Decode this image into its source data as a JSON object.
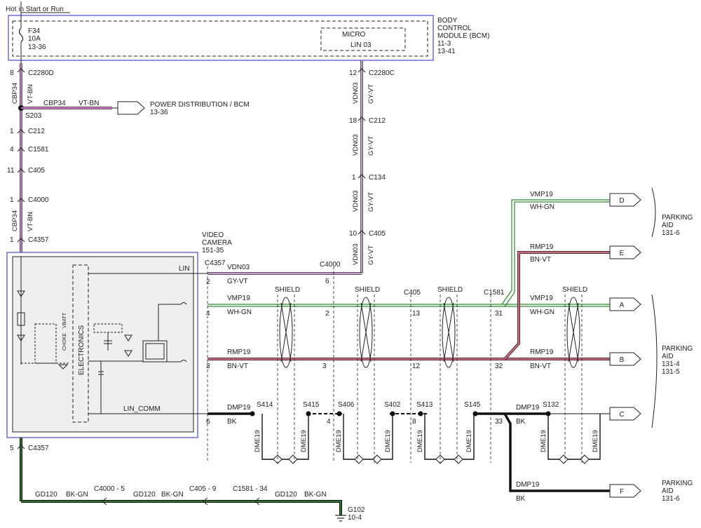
{
  "power_label": "Hot in Start or Run",
  "bcm": {
    "title_line1": "BODY",
    "title_line2": "CONTROL",
    "title_line3": "MODULE (BCM)",
    "ref1": "11-3",
    "ref2": "13-41",
    "fuse_id": "F34",
    "fuse_amp": "10A",
    "fuse_ref": "13-36",
    "micro_label": "MICRO",
    "lin_label": "LIN 03"
  },
  "pin_8": "8",
  "conn_c2280d": "C2280D",
  "pin_12": "12",
  "conn_c2280c": "C2280C",
  "circuit_cbp34": "CBP34",
  "color_vt_bn": "VT-BN",
  "color_vt_bn_2": "VT-BN",
  "circuit_cbp34_2": "CBP34",
  "circuit_cbp34_3": "CBP34",
  "power_dist_label": "POWER DISTRIBUTION / BCM",
  "power_dist_ref": "13-36",
  "splice_s203": "S203",
  "left_pins": [
    {
      "pin": "1",
      "conn": "C212"
    },
    {
      "pin": "4",
      "conn": "C1581"
    },
    {
      "pin": "11",
      "conn": "C405"
    },
    {
      "pin": "1",
      "conn": "C4000"
    },
    {
      "pin": "1",
      "conn": "C4357"
    }
  ],
  "circuit_vdn03_a": "VDN03",
  "color_gy_vt_a": "GY-VT",
  "circuit_vdn03_b": "VDN03",
  "color_gy_vt_b": "GY-VT",
  "circuit_vdn03_c": "VDN03",
  "color_gy_vt_c": "GY-VT",
  "circuit_vdn03_d": "VDN03",
  "color_gy_vt_d": "GY-VT",
  "pin_18": "18",
  "conn_c212_r": "C212",
  "pin_1_r": "1",
  "conn_c134": "C134",
  "pin_10": "10",
  "conn_c405_r": "C405",
  "camera": {
    "title_line1": "VIDEO",
    "title_line2": "CAMERA",
    "ref": "151-35",
    "conn": "C4357",
    "lin": "LIN",
    "electronics": "ELECTRONICS",
    "vbatt": "VBATT",
    "choke": "CHOKE",
    "lin_comm": "LIN_COMM"
  },
  "wires": {
    "vdn03": "VDN03",
    "gy_vt": "GY-VT",
    "vmp19": "VMP19",
    "wh_gn": "WH-GN",
    "rmp19": "RMP19",
    "bn_vt": "BN-VT",
    "dmp19": "DMP19",
    "bk": "BK",
    "vmp19_r": "VMP19",
    "wh_gn_r": "WH-GN",
    "rmp19_r": "RMP19",
    "bn_vt_r": "BN-VT",
    "dmp19_r": "DMP19",
    "bk_r": "BK",
    "vmp19_top": "VMP19",
    "wh_gn_top": "WH-GN",
    "rmp19_top": "RMP19",
    "bn_vt_top": "BN-VT",
    "dmp19_bot": "DMP19",
    "bk_bot": "BK",
    "dme19": "DME19"
  },
  "pins": {
    "p2": "2",
    "p4": "4",
    "p3": "3",
    "p6": "6",
    "c4000": "C4000",
    "c4000_6": "6",
    "c4000_2": "2",
    "c4000_3": "3",
    "c4000_4": "4",
    "c405": "C405",
    "c405_13": "13",
    "c405_12": "12",
    "c405_8": "8",
    "c1581": "C1581",
    "c1581_31": "31",
    "c1581_32": "32",
    "c1581_33": "33"
  },
  "shield_label": "SHIELD",
  "splices": [
    "S414",
    "S415",
    "S406",
    "S402",
    "S413",
    "S145",
    "S132"
  ],
  "terminals": [
    "D",
    "E",
    "A",
    "B",
    "C",
    "F"
  ],
  "parking_aid_1": {
    "line1": "PARKING",
    "line2": "AID",
    "ref": "131-6"
  },
  "parking_aid_2": {
    "line1": "PARKING",
    "line2": "AID",
    "ref1": "131-4",
    "ref2": "131-5"
  },
  "parking_aid_3": {
    "line1": "PARKING",
    "line2": "AID",
    "ref": "131-6"
  },
  "ground": {
    "pin": "5",
    "conn": "C4357",
    "gd120_a": "GD120",
    "bk_gn_a": "BK-GN",
    "c4000_5": "C4000 - 5",
    "gd120_b": "GD120",
    "bk_gn_b": "BK-GN",
    "c405_9": "C405 - 9",
    "c1581_34": "C1581 - 34",
    "gd120_c": "GD120",
    "bk_gn_c": "BK-GN",
    "g102": "G102",
    "g102_ref": "10-4"
  }
}
